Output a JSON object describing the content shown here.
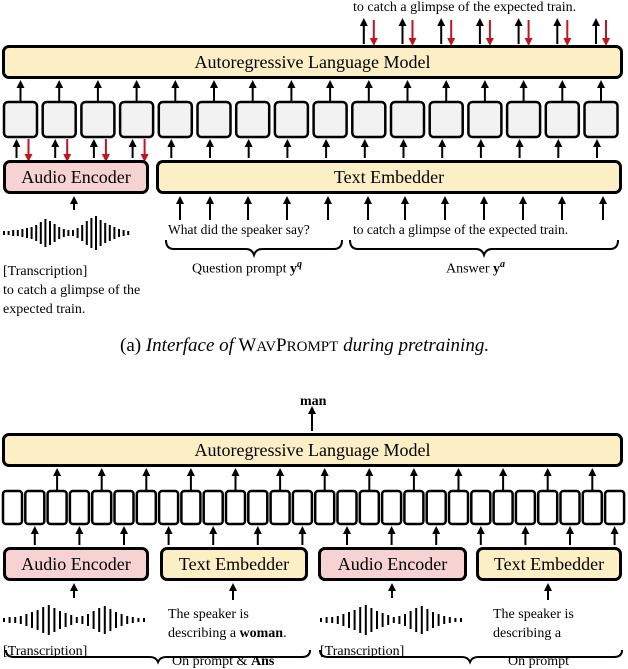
{
  "colors": {
    "lm_fill": "#fdefc5",
    "text_embedder_fill": "#fdefc5",
    "audio_encoder_fill": "#f6d2d2",
    "token_fill": "#f2f2f2",
    "feedback_arrow": "#c0141e"
  },
  "top": {
    "output_text": "to catch a glimpse of the expected train.",
    "lm_label": "Autoregressive Language Model",
    "audio_encoder_label": "Audio Encoder",
    "text_embedder_label": "Text Embedder",
    "question_text": "What did the speaker say?",
    "answer_text": "to catch a glimpse of the expected train.",
    "question_label_prefix": "Question prompt",
    "question_symbol": "y",
    "question_sup": "q",
    "answer_label_prefix": "Answer",
    "answer_symbol": "y",
    "answer_sup": "a",
    "transcription": [
      "[Transcription]",
      "to catch a glimpse of the",
      "expected train."
    ],
    "caption_prefix": "(a)",
    "caption_part1": "Interface of",
    "caption_name_1": "W",
    "caption_name_2": "AV",
    "caption_name_3": "P",
    "caption_name_4": "ROMPT",
    "caption_part2": "during pretraining."
  },
  "bottom": {
    "output_text": "man",
    "lm_label": "Autoregressive Language Model",
    "audio_encoder_1_label": "Audio Encoder",
    "text_embedder_1_label": "Text Embedder",
    "audio_encoder_2_label": "Audio Encoder",
    "text_embedder_2_label": "Text Embedder",
    "text1_line1": "The speaker is",
    "text1_line2_prefix": "describing a",
    "text1_bold": "woman",
    "text1_suffix": ".",
    "text2_line1": "The speaker is",
    "text2_line2": "describing a",
    "transcription_label_1": "[Transcription]",
    "transcription_label_2": "[Transcription]",
    "brace_label_1_prefix": "On prompt &",
    "brace_label_1_bold": "Ans",
    "brace_label_2": "On prompt"
  }
}
